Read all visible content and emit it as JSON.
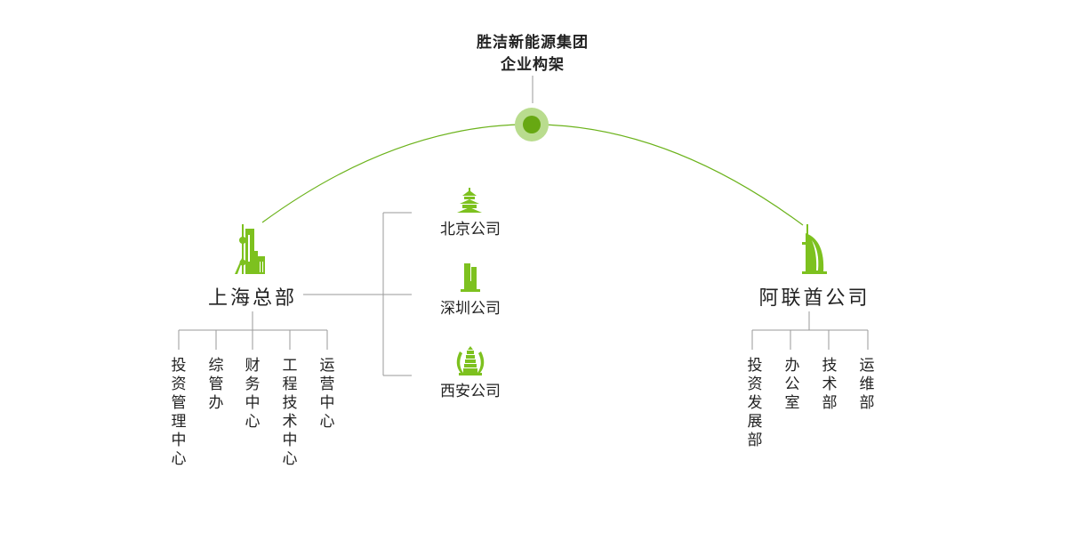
{
  "title": {
    "line1": "胜洁新能源集团",
    "line2": "企业构架"
  },
  "headquarters": {
    "label": "上海总部",
    "departments": [
      "投资管理中心",
      "综管办",
      "财务中心",
      "工程技术中心",
      "运营中心"
    ],
    "branches": [
      {
        "label": "北京公司",
        "icon": "temple-of-heaven-icon"
      },
      {
        "label": "深圳公司",
        "icon": "skyscraper-icon"
      },
      {
        "label": "西安公司",
        "icon": "pagoda-icon"
      }
    ]
  },
  "uae": {
    "label": "阿联酋公司",
    "departments": [
      "投资发展部",
      "办公室",
      "技术部",
      "运维部"
    ]
  },
  "colors": {
    "accent": "#7dc11f",
    "line": "#6cb31c",
    "gray": "#9a9a9a"
  }
}
